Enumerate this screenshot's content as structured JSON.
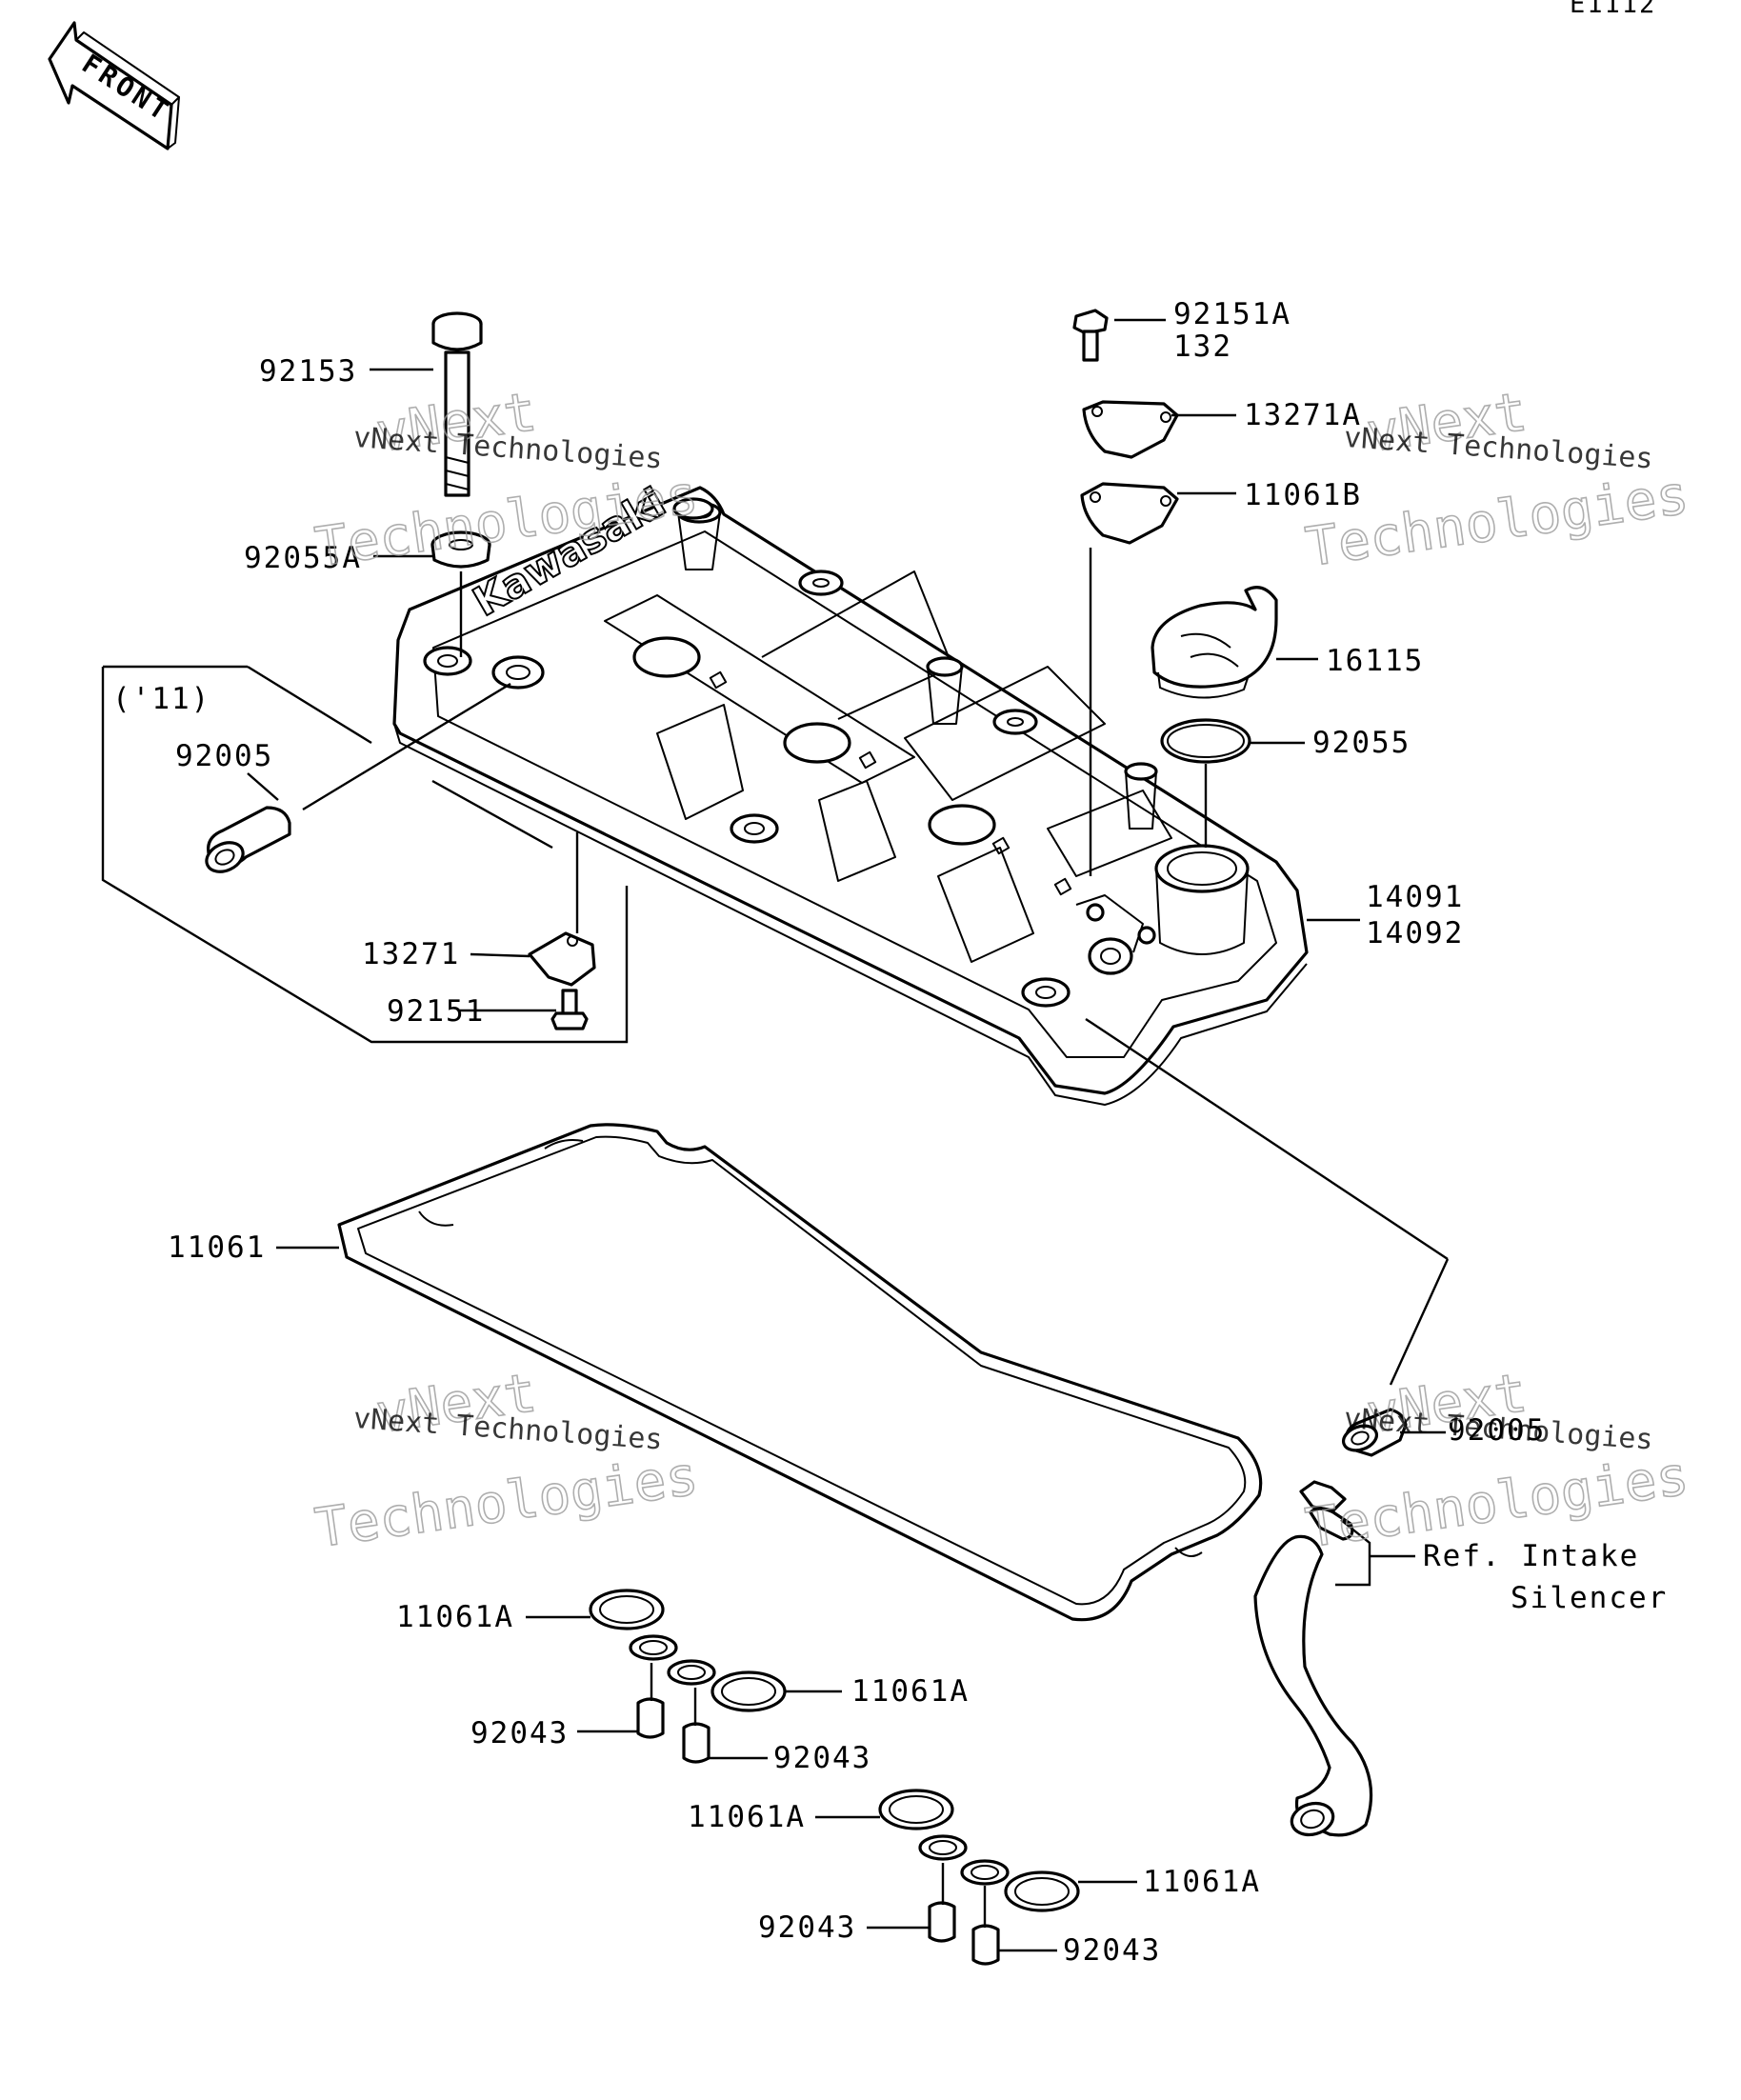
{
  "diagram": {
    "code": "E1112",
    "front_label": "FRONT",
    "brand": "Kawasaki",
    "watermark_line1": "vNext Technologies",
    "watermark_line2": "vNext",
    "watermark_line3": "Technologies",
    "callouts": [
      {
        "id": "92153",
        "text": "92153"
      },
      {
        "id": "92055A",
        "text": "92055A"
      },
      {
        "id": "year-11",
        "text": "('11)"
      },
      {
        "id": "92005-left",
        "text": "92005"
      },
      {
        "id": "13271",
        "text": "13271"
      },
      {
        "id": "92151",
        "text": "92151"
      },
      {
        "id": "92151A",
        "text": "92151A"
      },
      {
        "id": "132",
        "text": "132"
      },
      {
        "id": "13271A",
        "text": "13271A"
      },
      {
        "id": "11061B",
        "text": "11061B"
      },
      {
        "id": "16115",
        "text": "16115"
      },
      {
        "id": "92055",
        "text": "92055"
      },
      {
        "id": "14091",
        "text": "14091"
      },
      {
        "id": "14092",
        "text": "14092"
      },
      {
        "id": "11061",
        "text": "11061"
      },
      {
        "id": "92005-right",
        "text": "92005"
      },
      {
        "id": "ref-intake",
        "text": "Ref. Intake"
      },
      {
        "id": "ref-silencer",
        "text": "Silencer"
      },
      {
        "id": "11061A-1",
        "text": "11061A"
      },
      {
        "id": "92043-1",
        "text": "92043"
      },
      {
        "id": "11061A-2",
        "text": "11061A"
      },
      {
        "id": "92043-2",
        "text": "92043"
      },
      {
        "id": "11061A-3",
        "text": "11061A"
      },
      {
        "id": "92043-3",
        "text": "92043"
      },
      {
        "id": "11061A-4",
        "text": "11061A"
      },
      {
        "id": "92043-4",
        "text": "92043"
      }
    ]
  }
}
